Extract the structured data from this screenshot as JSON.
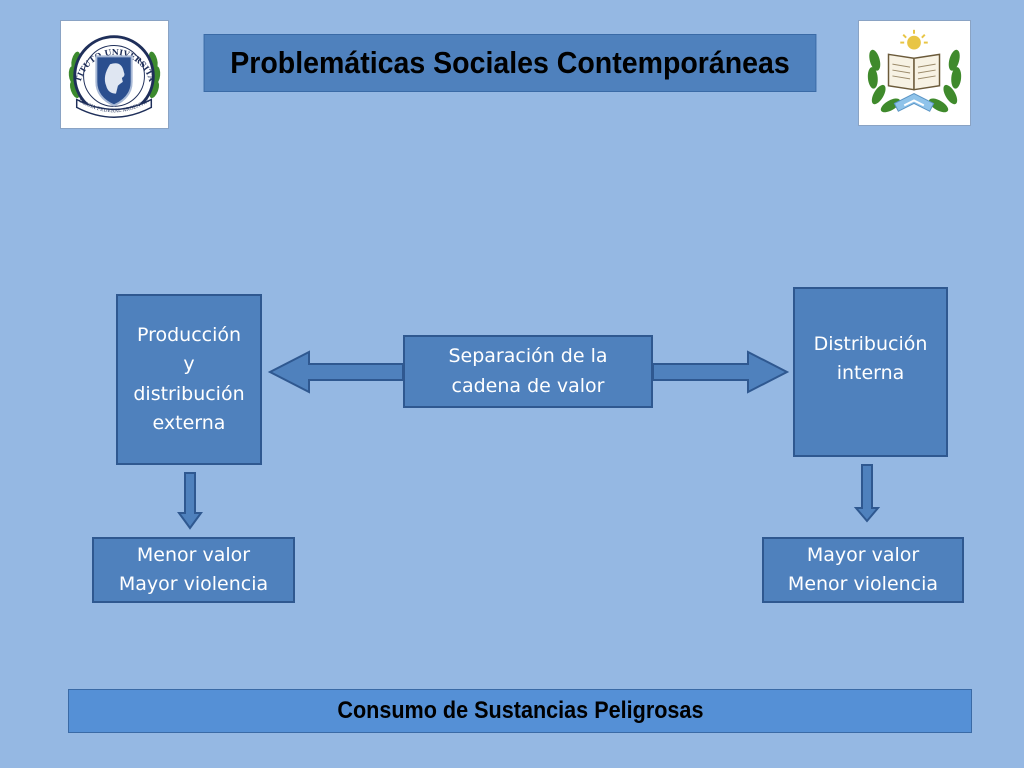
{
  "slide": {
    "title": "Problemáticas Sociales Contemporáneas",
    "footer": "Consumo de Sustancias Peligrosas"
  },
  "logos": {
    "left": {
      "ring_text": "INSTITUTO UNIVERSITARIO",
      "banner_text": "POLICIA FEDERAL ARGENTINA"
    }
  },
  "diagram": {
    "nodes": {
      "produccion": "Producción\ny\ndistribución\nexterna",
      "separacion": "Separación de la\ncadena de valor",
      "distribucion": "Distribución\ninterna",
      "menor": "Menor valor\nMayor violencia",
      "mayor": "Mayor valor\nMenor violencia"
    }
  },
  "colors": {
    "background": "#95b8e3",
    "box_fill": "#4f81bd",
    "box_border": "#2f5890",
    "footer_fill": "#5590d6"
  }
}
